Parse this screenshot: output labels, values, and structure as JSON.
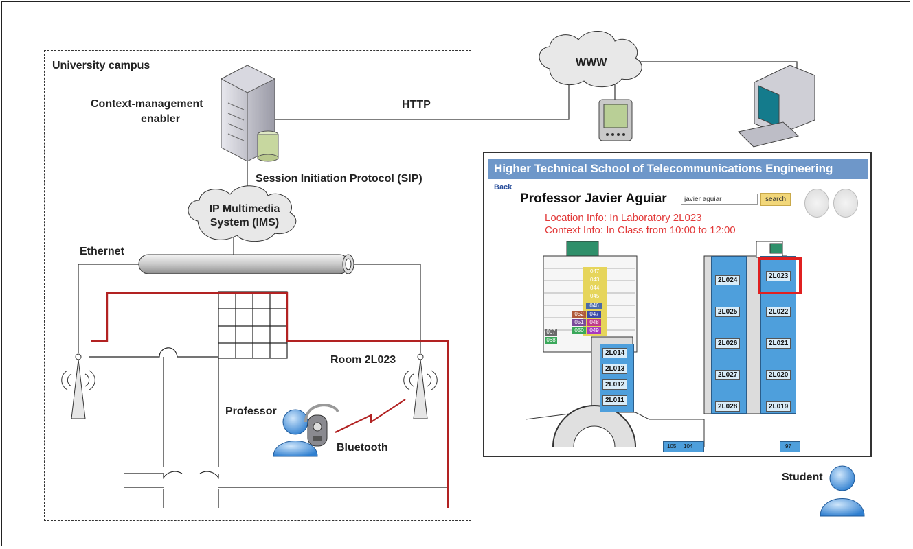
{
  "labels": {
    "campus": "University campus",
    "context_mgmt_line1": "Context-management",
    "context_mgmt_line2": "enabler",
    "http": "HTTP",
    "www": "WWW",
    "sip": "Session Initiation Protocol (SIP)",
    "ims_line1": "IP Multimedia",
    "ims_line2": "System (IMS)",
    "ethernet": "Ethernet",
    "room": "Room 2L023",
    "professor": "Professor",
    "bluetooth": "Bluetooth",
    "student": "Student"
  },
  "web_page": {
    "header": "Higher Technical School of Telecommunications Engineering",
    "back": "Back",
    "professor_name": "Professor Javier Aguiar",
    "search_value": "javier aguiar",
    "search_button": "search",
    "location_info": "Location Info: In Laboratory 2L023",
    "context_info": "Context Info: In Class from 10:00 to 12:00",
    "rooms_left": [
      "2L014",
      "2L013",
      "2L012",
      "2L011"
    ],
    "rooms_right_a": [
      "2L024",
      "2L025",
      "2L026",
      "2L027",
      "2L028"
    ],
    "rooms_right_b": [
      "2L023",
      "2L022",
      "2L021",
      "2L020",
      "2L019"
    ],
    "small_rooms": [
      "047",
      "043",
      "044",
      "045",
      "046",
      "052",
      "047",
      "051",
      "048",
      "050",
      "049",
      "067",
      "068"
    ],
    "bottom_rooms": [
      "105",
      "104",
      "97"
    ],
    "highlight_color": "#e02020",
    "room_color": "#4e9fdc"
  }
}
